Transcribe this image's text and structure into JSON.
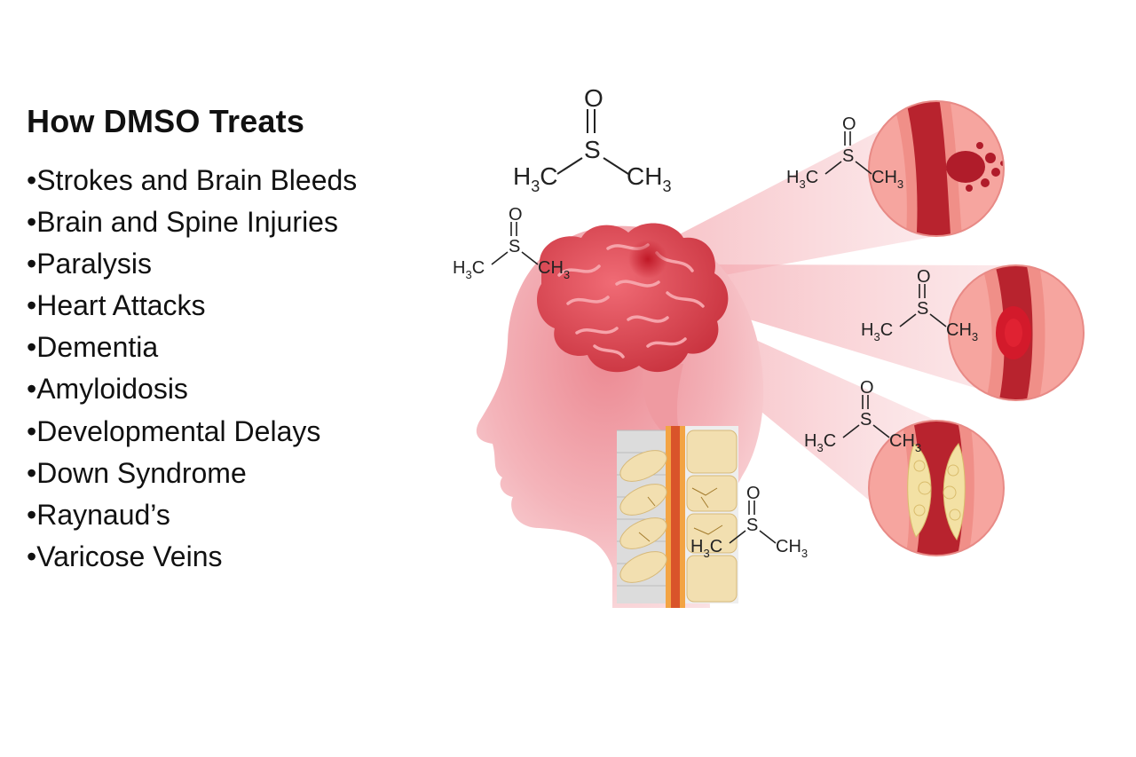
{
  "header": {
    "title": "How DMSO Treats"
  },
  "conditions": [
    "Strokes and Brain Bleeds",
    "Brain and Spine Injuries",
    "Paralysis",
    "Heart Attacks",
    "Dementia",
    "Amyloidosis",
    "Developmental Delays",
    "Down Syndrome",
    "Raynaud’s",
    "Varicose Veins"
  ],
  "molecule": {
    "oxygen": "O",
    "sulfur": "S",
    "methyl_left": "H",
    "methyl_right": "CH",
    "carbon": "C",
    "subscript": "3"
  },
  "colors": {
    "head": "#f4b6bc",
    "brain": "#d9404d",
    "vessel": "#b8232e",
    "vessel_wall": "#f08f88",
    "plaque": "#f3e1a4",
    "vertebra": "#f2dfb0"
  }
}
